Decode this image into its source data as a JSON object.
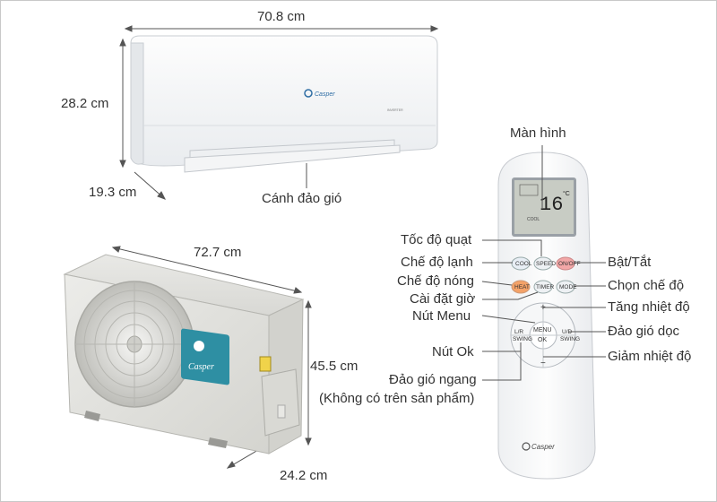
{
  "indoor_unit": {
    "width": "70.8 cm",
    "height": "28.2 cm",
    "depth": "19.3 cm",
    "brand": "Casper",
    "badge": "INVERTER",
    "louver_label": "Cánh đảo gió"
  },
  "outdoor_unit": {
    "width": "72.7 cm",
    "height": "45.5 cm",
    "depth": "24.2 cm",
    "brand": "Casper"
  },
  "remote": {
    "brand": "Casper",
    "display": {
      "temperature": "16",
      "unit": "°C",
      "mode_text": "COOL"
    },
    "buttons": {
      "cool": "COOL",
      "speed": "SPEED",
      "onoff": "ON/OFF",
      "heat": "HEAT",
      "timer": "TIMER",
      "mode": "MODE",
      "menu": "MENU",
      "ok": "OK",
      "lr_swing_top": "L/R",
      "lr_swing_bottom": "SWING",
      "ud_swing_top": "U/D",
      "ud_swing_bottom": "SWING",
      "plus": "+",
      "minus": "−"
    },
    "callouts": {
      "screen": "Màn hình",
      "fan_speed": "Tốc độ quạt",
      "cool_mode": "Chế độ lạnh",
      "heat_mode": "Chế độ nóng",
      "timer": "Cài đặt giờ",
      "menu": "Nút Menu",
      "ok": "Nút Ok",
      "horizontal_swing": "Đảo gió ngang",
      "horizontal_swing_note": "(Không có trên sản phẩm)",
      "power": "Bật/Tắt",
      "mode_select": "Chọn chế độ",
      "temp_up": "Tăng nhiệt độ",
      "vertical_swing": "Đảo gió dọc",
      "temp_down": "Giảm nhiệt độ"
    }
  },
  "colors": {
    "dimension_line": "#555555",
    "heat_button": "#f4a268",
    "onoff_button": "#f2a7a7",
    "casper_badge": "#2e8fa3",
    "lcd": "#c8ccc4"
  }
}
